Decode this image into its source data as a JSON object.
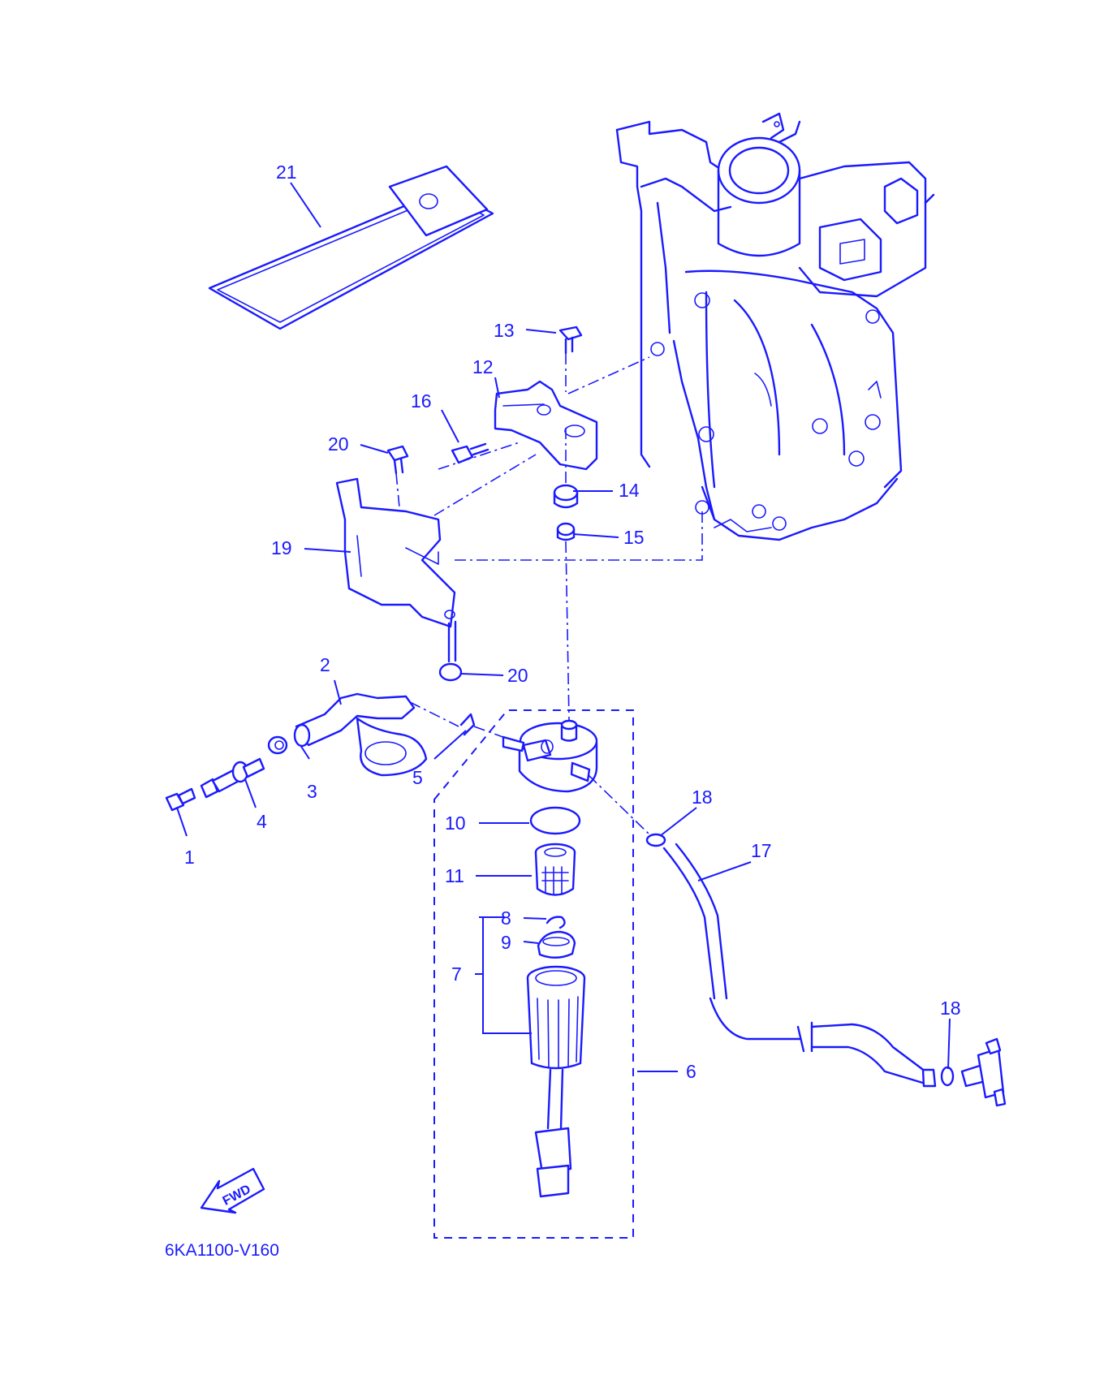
{
  "diagram": {
    "code": "6KA1100-V160",
    "direction_label": "FWD",
    "callouts": {
      "c1": "1",
      "c2": "2",
      "c3": "3",
      "c4": "4",
      "c5": "5",
      "c6": "6",
      "c7": "7",
      "c8": "8",
      "c9": "9",
      "c10": "10",
      "c11": "11",
      "c12": "12",
      "c13": "13",
      "c14": "14",
      "c15": "15",
      "c16": "16",
      "c17": "17",
      "c18a": "18",
      "c18b": "18",
      "c19": "19",
      "c20a": "20",
      "c20b": "20",
      "c21": "21"
    }
  },
  "colors": {
    "ink": "#1a1aff",
    "background": "#ffffff"
  }
}
